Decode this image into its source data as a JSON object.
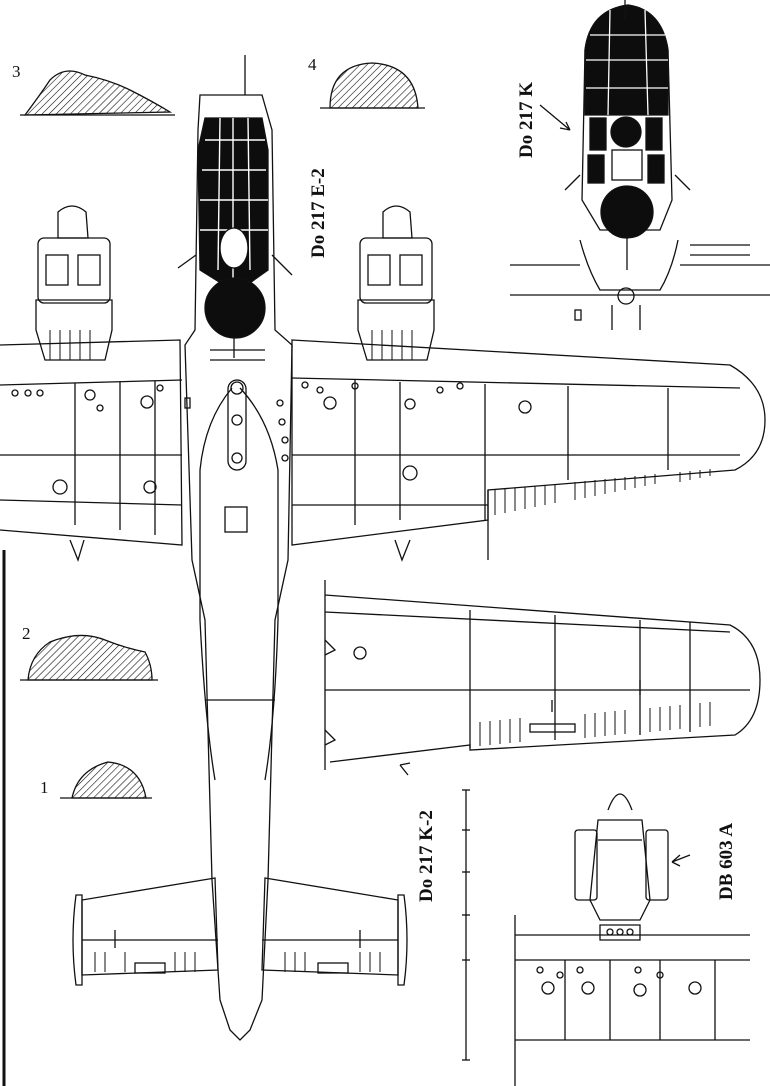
{
  "labels": {
    "do217e2": "Do 217 E-2",
    "do217k": "Do 217 K",
    "do217k2": "Do 217 K-2",
    "db603a": "DB 603 A"
  },
  "profiles": {
    "p1": "1",
    "p2": "2",
    "p3": "3",
    "p4": "4"
  },
  "colors": {
    "ink": "#111111",
    "paper": "#ffffff",
    "glazing": "#0d0d0d"
  }
}
